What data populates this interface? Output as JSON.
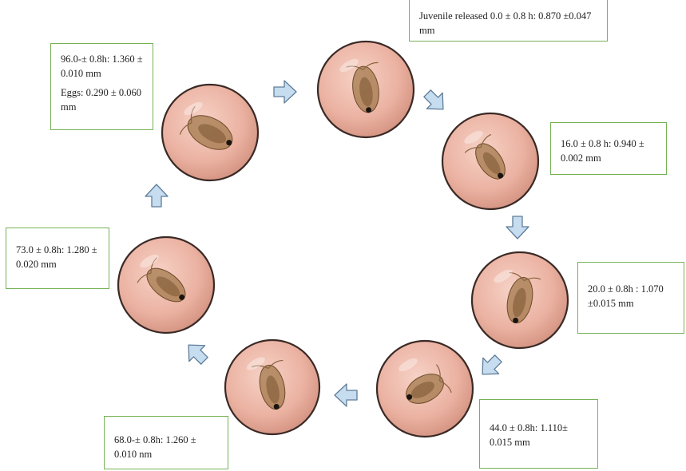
{
  "diagram": {
    "colors": {
      "box_border": "#77b255",
      "arrow_fill": "#c6dcef",
      "arrow_stroke": "#5f7d99",
      "dish_fill": "#ebb2a2",
      "dish_rim": "#3a2a26",
      "organism": "#a37a4c"
    },
    "stages": [
      {
        "id": "top",
        "label": "Juvenile released 0.0 ± 0.8 h: 0.870 ±0.047 mm"
      },
      {
        "id": "right-upper",
        "label": "16.0 ± 0.8 h: 0.940 ± 0.002 mm"
      },
      {
        "id": "right-middle",
        "label": "20.0 ± 0.8h : 1.070 ±0.015  mm"
      },
      {
        "id": "right-lower",
        "label": "44.0 ± 0.8h: 1.110± 0.015 mm"
      },
      {
        "id": "bottom",
        "label": "68.0-± 0.8h: 1.260 ± 0.010 nm"
      },
      {
        "id": "left-middle",
        "label": "73.0 ± 0.8h: 1.280 ± 0.020 mm"
      },
      {
        "id": "left-upper",
        "label": "96.0-± 0.8h: 1.360 ± 0.010 mm",
        "extra": "Eggs: 0.290 ± 0.060 mm"
      }
    ],
    "arrows": [
      {
        "direction": "right"
      },
      {
        "direction": "down-right"
      },
      {
        "direction": "down"
      },
      {
        "direction": "down-left"
      },
      {
        "direction": "left"
      },
      {
        "direction": "up-left"
      },
      {
        "direction": "up"
      }
    ]
  }
}
